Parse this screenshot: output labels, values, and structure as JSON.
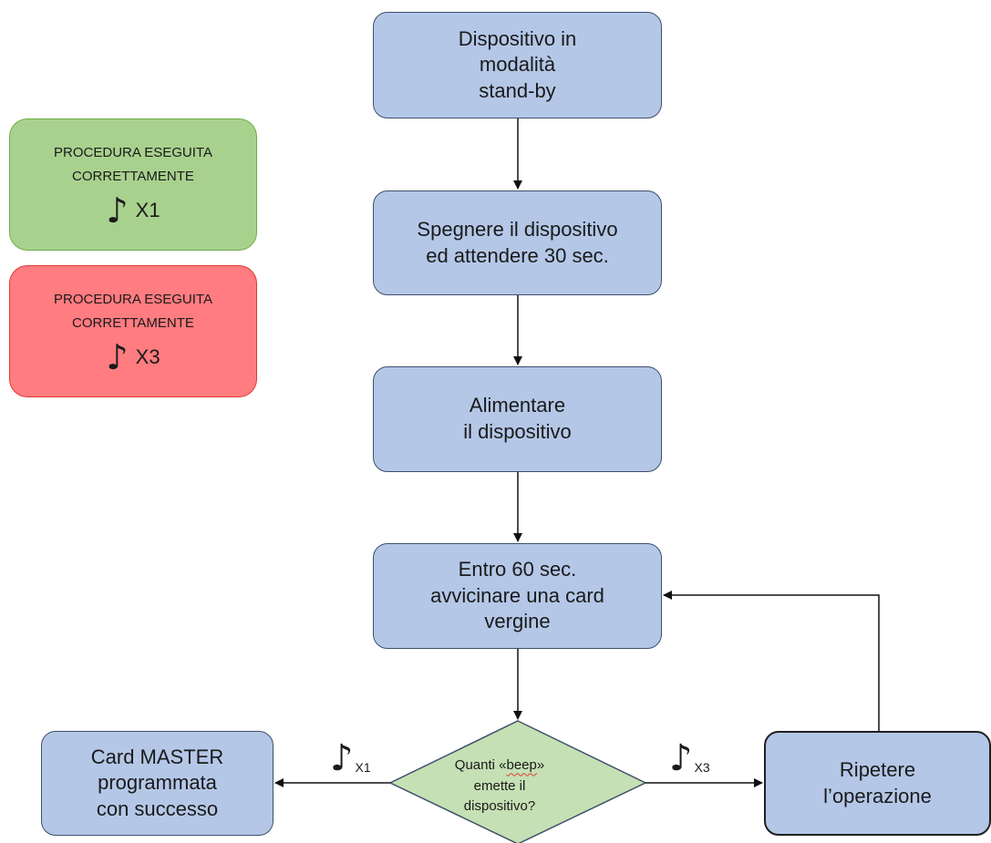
{
  "legend": {
    "success": {
      "line1": "PROCEDURA ESEGUITA",
      "line2": "CORRETTAMENTE",
      "beep_icon": "music-note-icon",
      "beep_count": "X1",
      "color": "#a9d18e"
    },
    "failure": {
      "line1": "PROCEDURA ESEGUITA",
      "line2": "CORRETTAMENTE",
      "beep_icon": "music-note-icon",
      "beep_count": "X3",
      "color": "#ff7c80"
    }
  },
  "steps": {
    "standby": {
      "line1": "Dispositivo in",
      "line2": "modalità",
      "line3": "stand-by"
    },
    "power_off": {
      "line1": "Spegnere il dispositivo",
      "line2": "ed attendere 30 sec."
    },
    "power_on": {
      "line1": "Alimentare",
      "line2": "il dispositivo"
    },
    "approach_card": {
      "line1": "Entro 60 sec.",
      "line2": "avvicinare una card",
      "line3": "vergine"
    }
  },
  "decision": {
    "line1_pre": "Quanti «",
    "line1_word": "beep",
    "line1_post": "»",
    "line2": "emette il",
    "line3": "dispositivo?"
  },
  "branches": {
    "left": {
      "icon": "music-note-icon",
      "count": "X1"
    },
    "right": {
      "icon": "music-note-icon",
      "count": "X3"
    }
  },
  "outcomes": {
    "success": {
      "line1": "Card MASTER",
      "line2": "programmata",
      "line3": "con successo"
    },
    "retry": {
      "line1": "Ripetere",
      "line2": "l’operazione"
    }
  },
  "colors": {
    "step_fill": "#b4c7e7",
    "decision_fill": "#c5e0b4"
  }
}
